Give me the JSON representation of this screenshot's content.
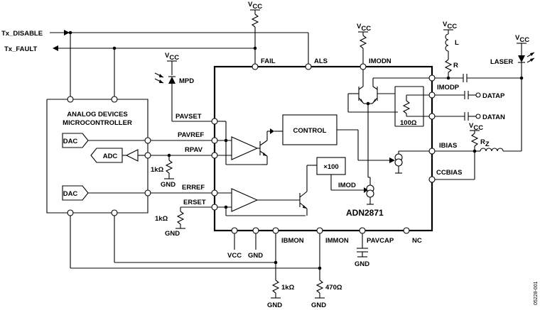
{
  "labels": {
    "tx_disable": "Tx_DISABLE",
    "tx_fault": "Tx_FAULT",
    "vcc": "V",
    "vcc_sub": "CC",
    "fail": "FAIL",
    "als": "ALS",
    "imodn": "IMODN",
    "imodp": "IMODP",
    "laser": "LASER",
    "inductor_l": "L",
    "resistor_r": "R",
    "mpd": "MPD",
    "mcu_line1": "ANALOG DEVICES",
    "mcu_line2": "MICROCONTROLLER",
    "pavset": "PAVSET",
    "pavref": "PAVREF",
    "rpav": "RPAV",
    "control": "CONTROL",
    "datap": "DATAP",
    "datan": "DATAN",
    "res_100": "100Ω",
    "ibias": "IBIAS",
    "rz": "R",
    "rz_sub": "Z",
    "ccbias": "CCBIAS",
    "dac1": "DAC",
    "adc": "ADC",
    "dac2": "DAC",
    "res_1k_a": "1kΩ",
    "gnd_a": "GND",
    "erref": "ERREF",
    "erset": "ERSET",
    "x100": "×100",
    "imod": "IMOD",
    "res_1k_b": "1kΩ",
    "gnd_b": "GND",
    "chip_name": "ADN2871",
    "pin_vcc": "VCC",
    "pin_gnd": "GND",
    "ibmon": "IBMON",
    "immon": "IMMON",
    "pavcap": "PAVCAP",
    "nc": "NC",
    "gnd_c": "GND",
    "res_1k_c": "1kΩ",
    "res_470": "470Ω",
    "gnd_d": "GND",
    "gnd_e": "GND",
    "figure_id": "05228-001"
  }
}
